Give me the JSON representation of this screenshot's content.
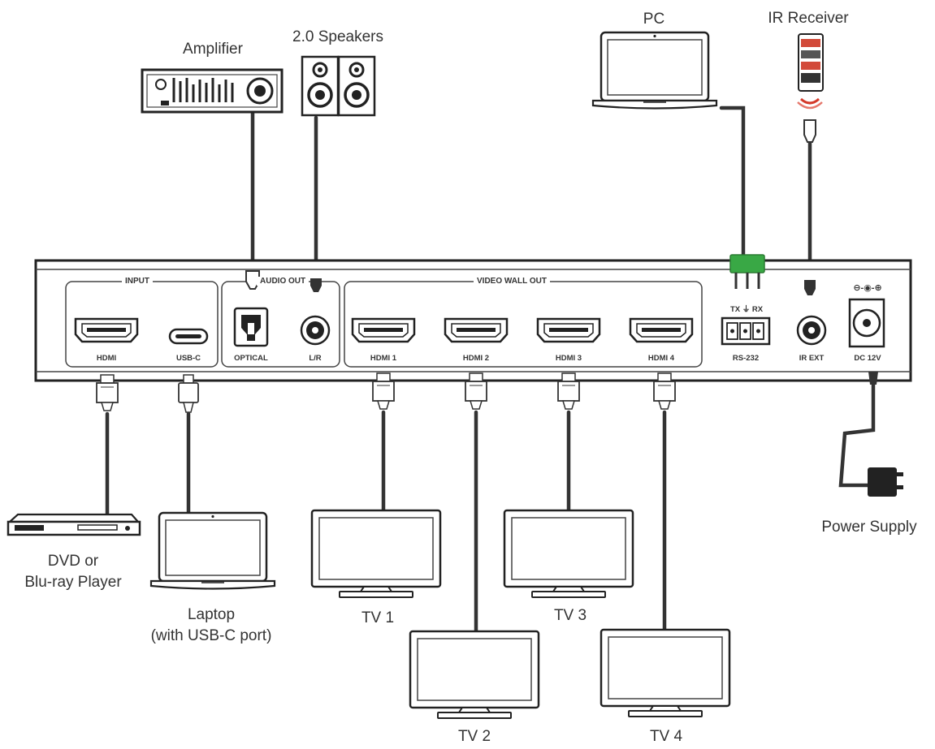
{
  "devices": {
    "amplifier": "Amplifier",
    "speakers": "2.0 Speakers",
    "pc": "PC",
    "ir_receiver": "IR Receiver",
    "dvd_line1": "DVD or",
    "dvd_line2": "Blu-ray Player",
    "laptop_line1": "Laptop",
    "laptop_line2": "(with USB-C port)",
    "tv1": "TV 1",
    "tv2": "TV 2",
    "tv3": "TV 3",
    "tv4": "TV 4",
    "power_supply": "Power Supply"
  },
  "panel": {
    "input_group": "INPUT",
    "audio_group": "AUDIO OUT",
    "video_group": "VIDEO WALL OUT",
    "hdmi_in": "HDMI",
    "usbc": "USB-C",
    "optical": "OPTICAL",
    "lr": "L/R",
    "hdmi1": "HDMI 1",
    "hdmi2": "HDMI 2",
    "hdmi3": "HDMI 3",
    "hdmi4": "HDMI 4",
    "txrx": "TX ⏚ RX",
    "rs232": "RS-232",
    "ir_ext": "IR EXT",
    "dc": "DC 12V",
    "dc_polarity": "⊖-◉-⊕"
  }
}
